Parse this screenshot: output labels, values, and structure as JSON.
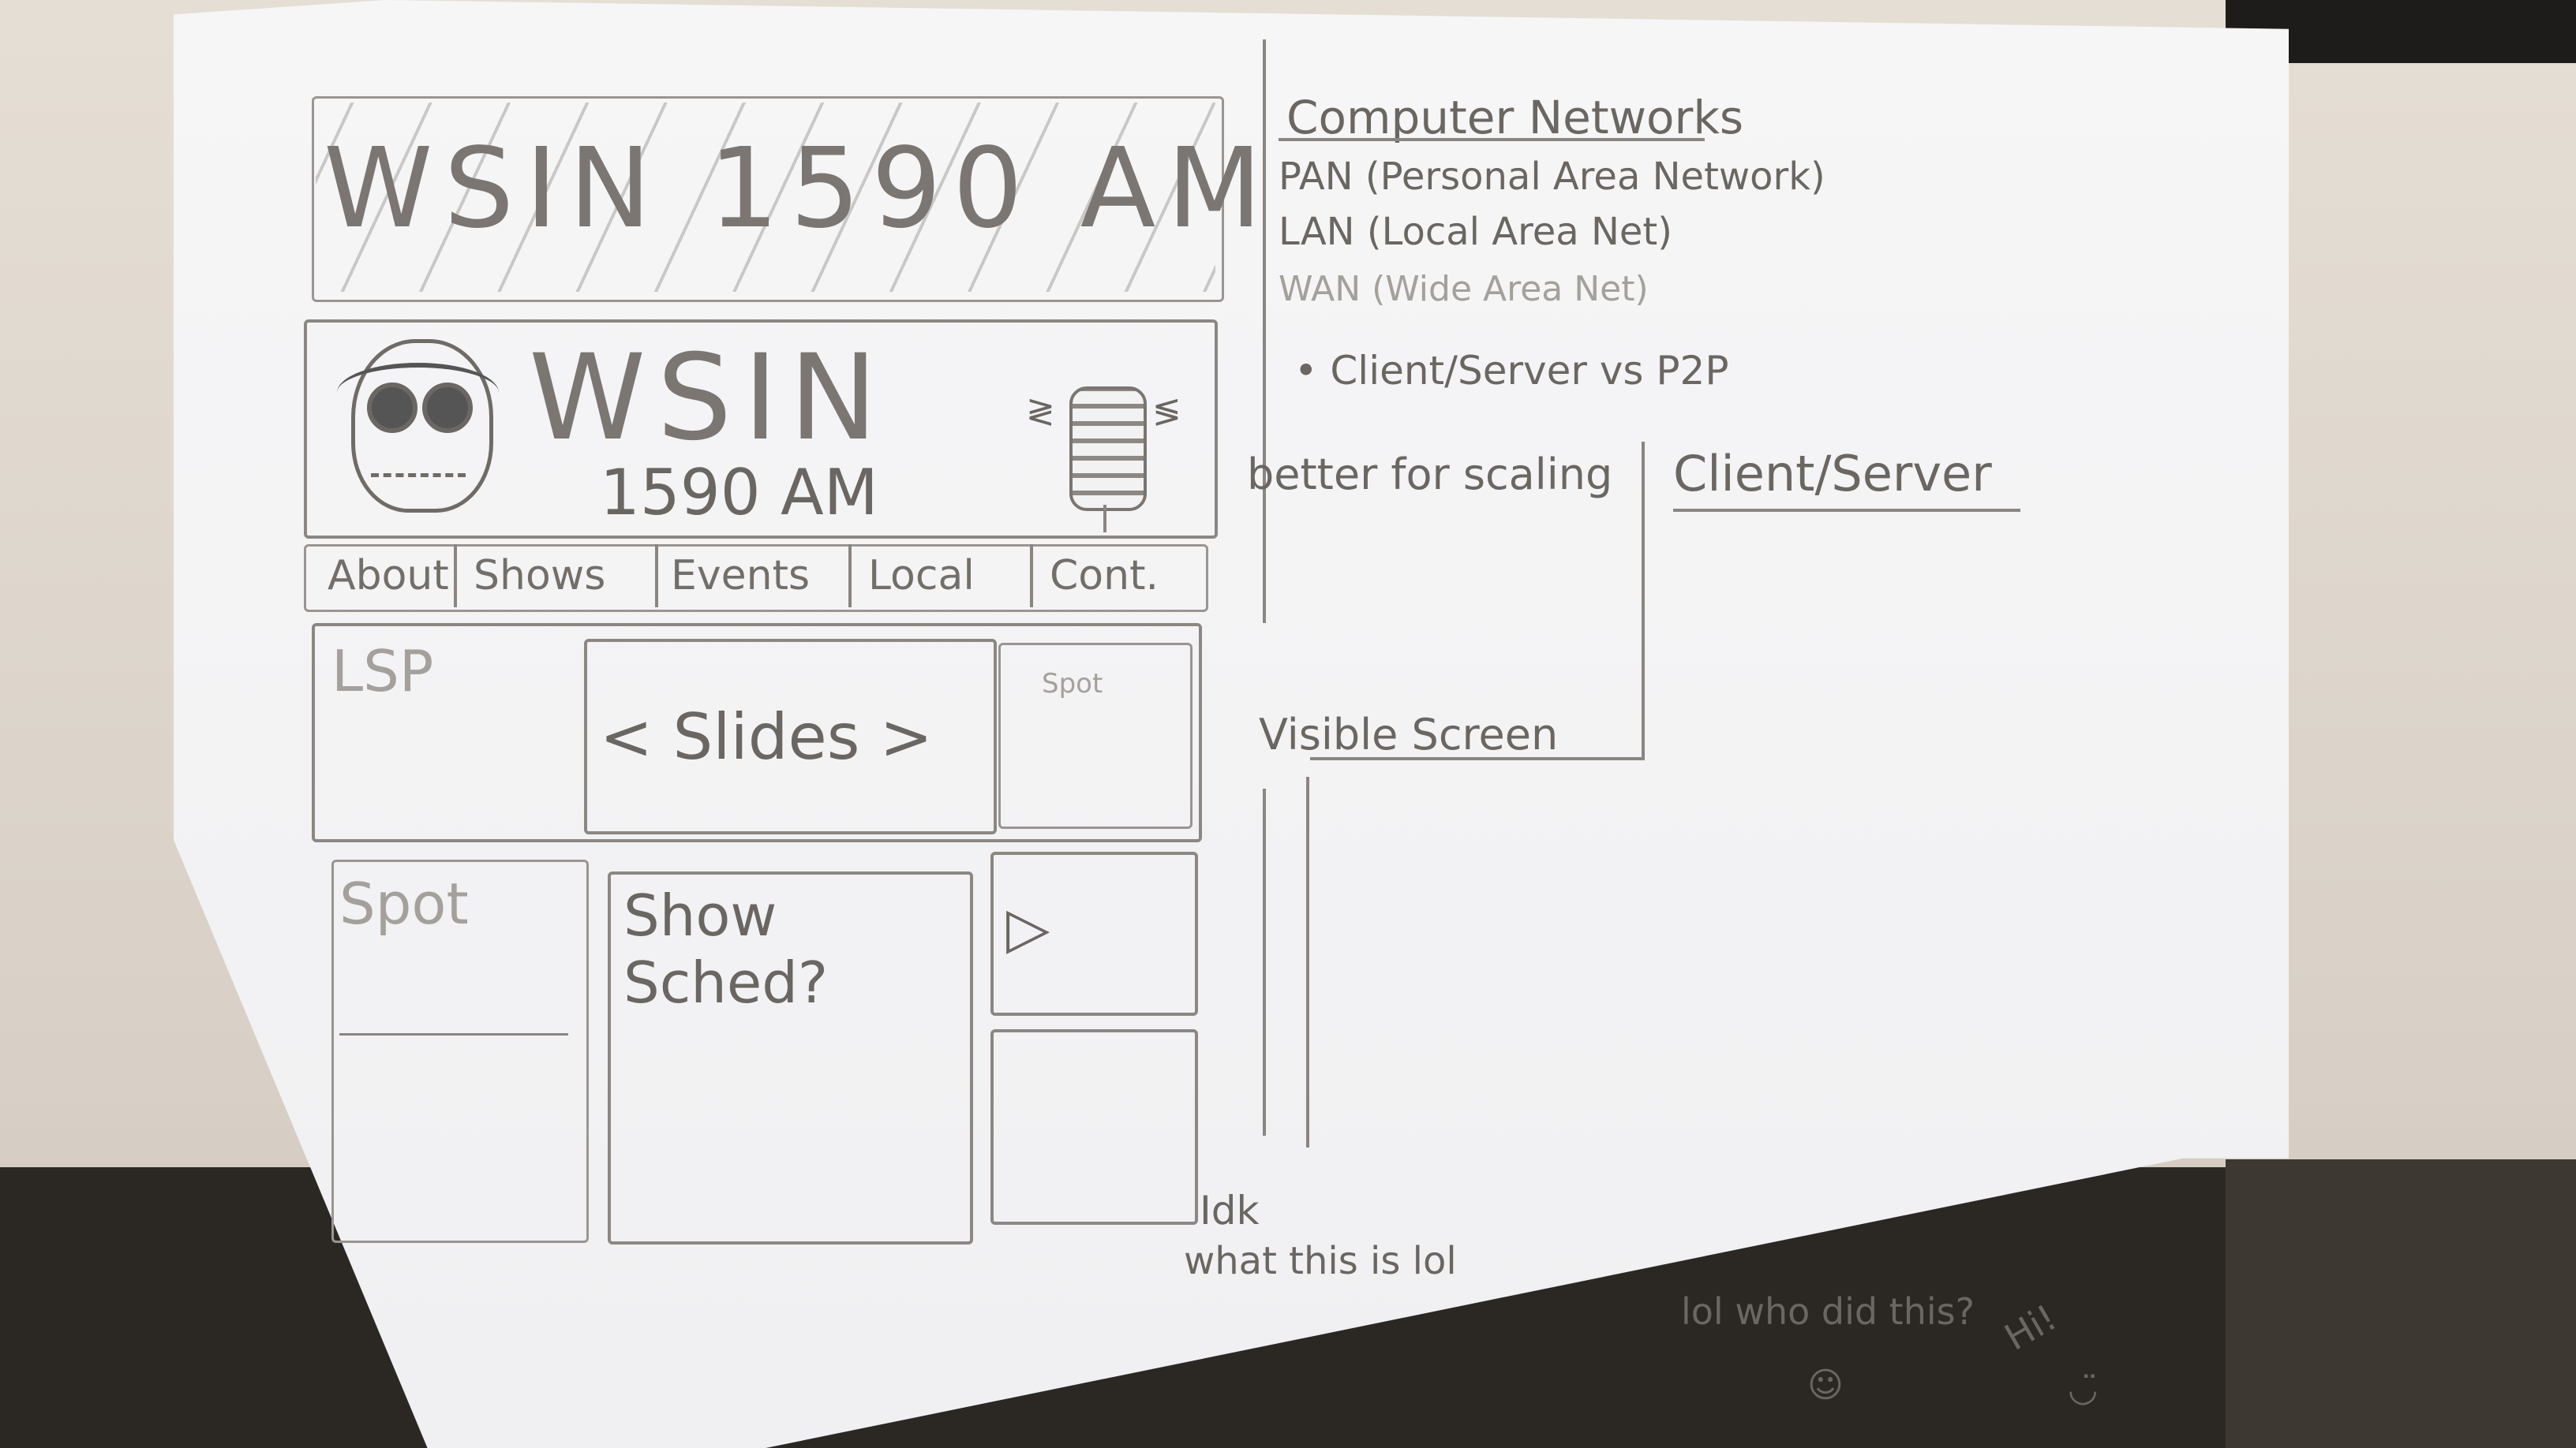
{
  "banner": {
    "scribble_text": "WSIN 1590 AM"
  },
  "header": {
    "station_name": "WSIN",
    "frequency": "1590 AM"
  },
  "nav": {
    "items": [
      "About",
      "Shows",
      "Events",
      "Local",
      "Cont."
    ]
  },
  "slides_row": {
    "left_label": "LSP",
    "center_label": "< Slides >",
    "right_label": "Spot"
  },
  "bottom_row": {
    "left_label": "Spot",
    "center_label_line1": "Show",
    "center_label_line2": "Sched?",
    "play_symbol": "▷"
  },
  "notes": {
    "heading": "Computer Networks",
    "items": [
      "PAN (Personal Area Network)",
      "LAN (Local Area Net)",
      "WAN (Wide Area Net)"
    ],
    "bullet": "• Client/Server vs P2P",
    "scaling": "better for scaling",
    "client_server": "Client/Server",
    "visible_screen": "Visible Screen",
    "idk_line1": "Idk",
    "idk_line2": "what this is lol",
    "who_did": "lol who did this?",
    "hi": "Hi!"
  }
}
